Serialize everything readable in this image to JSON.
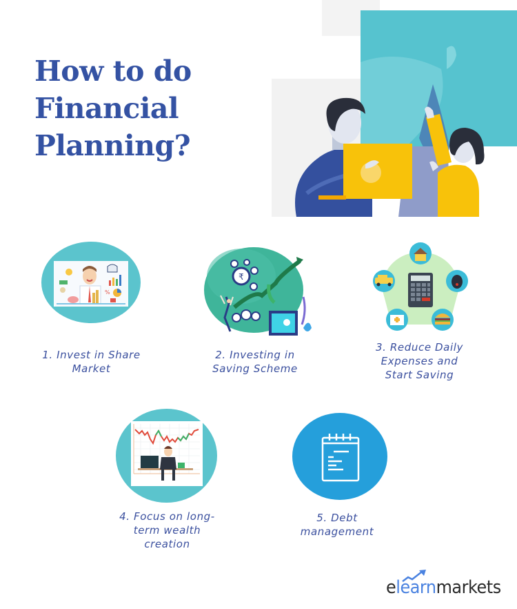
{
  "title": {
    "lines": [
      "How to do",
      "Financial",
      "Planning?"
    ]
  },
  "hero_illustration": {
    "description": "Two people holding a yellow board against teal and grey squares",
    "colors": {
      "teal": "#55c3cf",
      "light_grey": "#f2f2f2",
      "yellow": "#f8c20a",
      "navy": "#34509e",
      "hair": "#2a2e3a"
    }
  },
  "steps": [
    {
      "number": "1.",
      "label_lines": [
        "1. Invest in Share",
        "Market"
      ],
      "icon": "investor-illustration-icon",
      "circle_color": "#5bc4cd"
    },
    {
      "number": "2.",
      "label_lines": [
        "2. Investing in",
        "Saving Scheme"
      ],
      "icon": "saving-scheme-illustration-icon",
      "circle_color": "#3fb59a"
    },
    {
      "number": "3.",
      "label_lines": [
        "3. Reduce Daily",
        "Expenses and",
        "Start Saving"
      ],
      "icon": "expenses-calculator-icon",
      "circle_color": "#c9f0bd"
    },
    {
      "number": "4.",
      "label_lines": [
        "4. Focus on long-",
        "term wealth",
        "creation"
      ],
      "icon": "trader-chart-illustration-icon",
      "circle_color": "#5bc4cd"
    },
    {
      "number": "5.",
      "label_lines": [
        "5. Debt",
        "management"
      ],
      "icon": "notepad-icon",
      "circle_color": "#259fdb"
    }
  ],
  "brand": {
    "part1": "e",
    "part2": "learn",
    "part3": "markets",
    "accent_color": "#4a82e0"
  },
  "colors": {
    "title": "#3452a3",
    "label": "#3a4f9e"
  }
}
